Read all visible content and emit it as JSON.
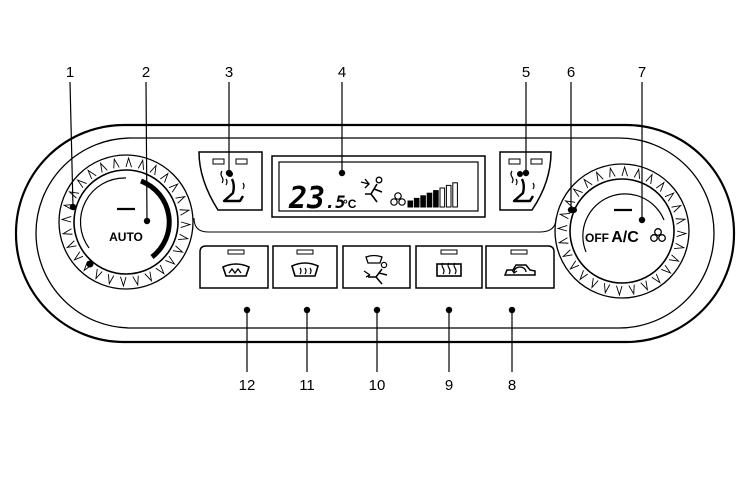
{
  "callouts": [
    "1",
    "2",
    "3",
    "4",
    "5",
    "6",
    "7",
    "8",
    "9",
    "10",
    "11",
    "12"
  ],
  "display": {
    "temperature_whole": "23",
    "temperature_decimal": ".5",
    "temperature_unit": "°C"
  },
  "left_dial": {
    "label": "AUTO"
  },
  "right_dial": {
    "off_label": "OFF",
    "ac_label": "A/C"
  },
  "icons": {
    "display_mode": "airflow-face-icon",
    "display_fan": "fan-icon",
    "display_fan_level": "fan-speed-bars-icon",
    "left_seat_heater": "seat-heater-icon",
    "right_seat_heater": "seat-heater-icon",
    "button_12": "front-defrost-max-icon",
    "button_11": "front-defrost-icon",
    "button_10": "defrost-foot-mode-icon",
    "button_9": "rear-defrost-icon",
    "button_8": "recirculation-icon",
    "fan": "fan-icon"
  },
  "fan_level": {
    "filled": 5,
    "total": 8
  }
}
